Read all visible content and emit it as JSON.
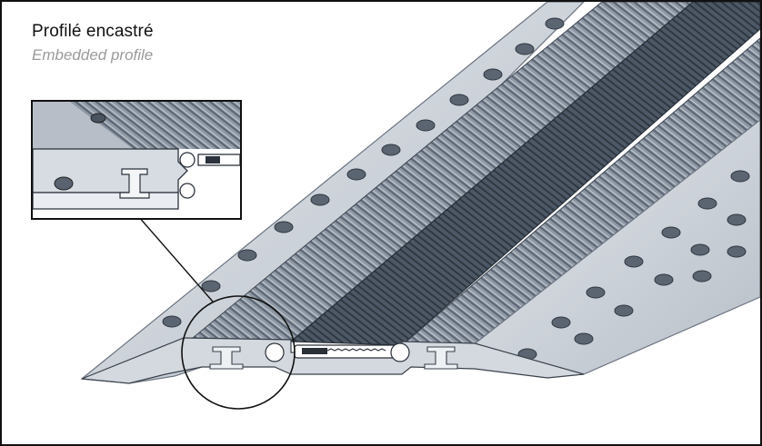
{
  "figure": {
    "title": "Profilé encastré",
    "subtitle": "Embedded profile"
  },
  "colors": {
    "frame": "#111111",
    "title": "#111111",
    "subtitle": "#9a9a9a",
    "metal_light": "#c9ced4",
    "metal_mid": "#8d97a3",
    "metal_dark": "#3c4552"
  },
  "icons": [
    "detail-callout-circle",
    "detail-inset"
  ]
}
